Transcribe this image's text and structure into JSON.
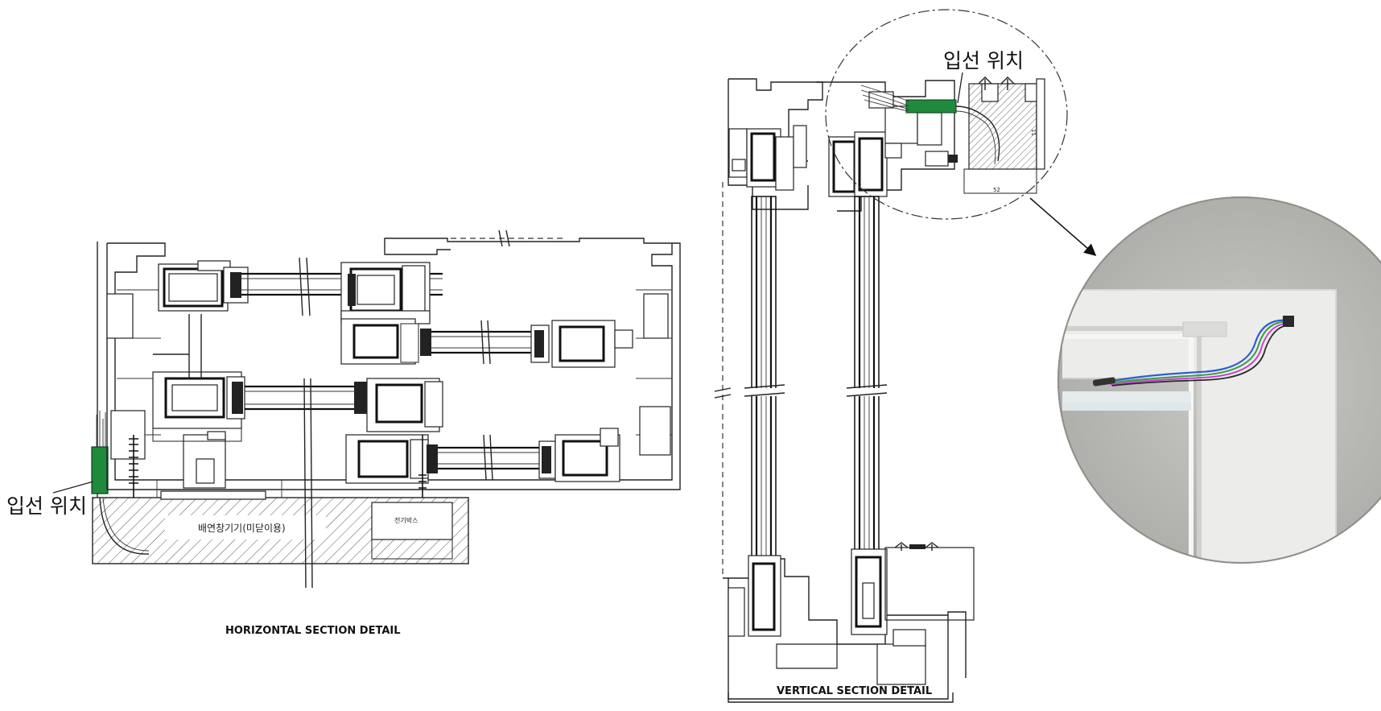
{
  "labels": {
    "entry_position": "입선 위치",
    "horizontal_title": "HORIZONTAL SECTION DETAIL",
    "vertical_title": "VERTICAL SECTION DETAIL",
    "smoke_vent": "배연창기기(미닫이용)",
    "small_box_label": "전기박스",
    "dim_52": "52",
    "dim_11": "11"
  },
  "colors": {
    "cable_green": "#1f8a3c",
    "hatch": "#555555",
    "photo_wall": "#b9b9b5",
    "photo_frame": "#e6e6e4"
  }
}
